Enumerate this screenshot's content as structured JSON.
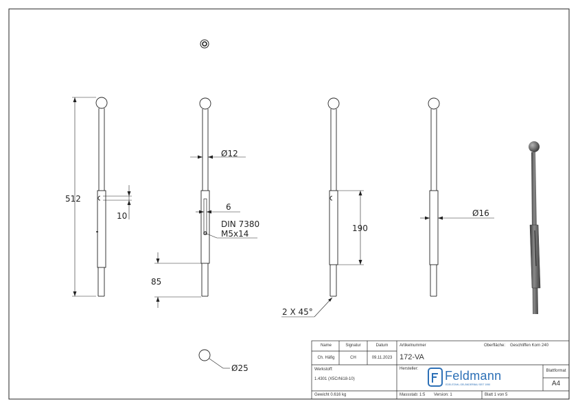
{
  "dimensions": {
    "overall_length": "512",
    "ball_offset": "10",
    "rod_diameter": "Ø12",
    "slot_width": "6",
    "screw_standard": "DIN 7380",
    "screw_size": "M5x14",
    "tip_length": "85",
    "sleeve_length": "190",
    "chamfer": "2 X 45°",
    "sleeve_diameter": "Ø16",
    "ball_diameter": "Ø25"
  },
  "title_block": {
    "name_header": "Name",
    "signature_header": "Signatur",
    "date_header": "Datum",
    "name_value": "Ch. Häfig",
    "signature_value": "CH",
    "date_value": "09.11.2023",
    "article_label": "Artikelnummer",
    "article_number": "172-VA",
    "surface_label": "Oberfläche:",
    "surface_value": "Geschliffen Korn 240",
    "material_label": "Werkstoff:",
    "material_value": "1.4301 (X5CrNi18-10)",
    "manufacturer_label": "Hersteller:",
    "brand_name": "Feldmann",
    "brand_tagline": "EDELSTAHL-GELÄNDERBAU SEIT 1950",
    "format_label": "Blattformat",
    "format_value": "A4",
    "weight": "Gewicht 0.616 kg",
    "scale": "Massstab: 1:5",
    "version": "Version: 1",
    "sheet": "Blatt 1 von 5"
  },
  "colors": {
    "line": "#222222",
    "render": "#6b6b6b",
    "brand": "#2b6fb6"
  }
}
